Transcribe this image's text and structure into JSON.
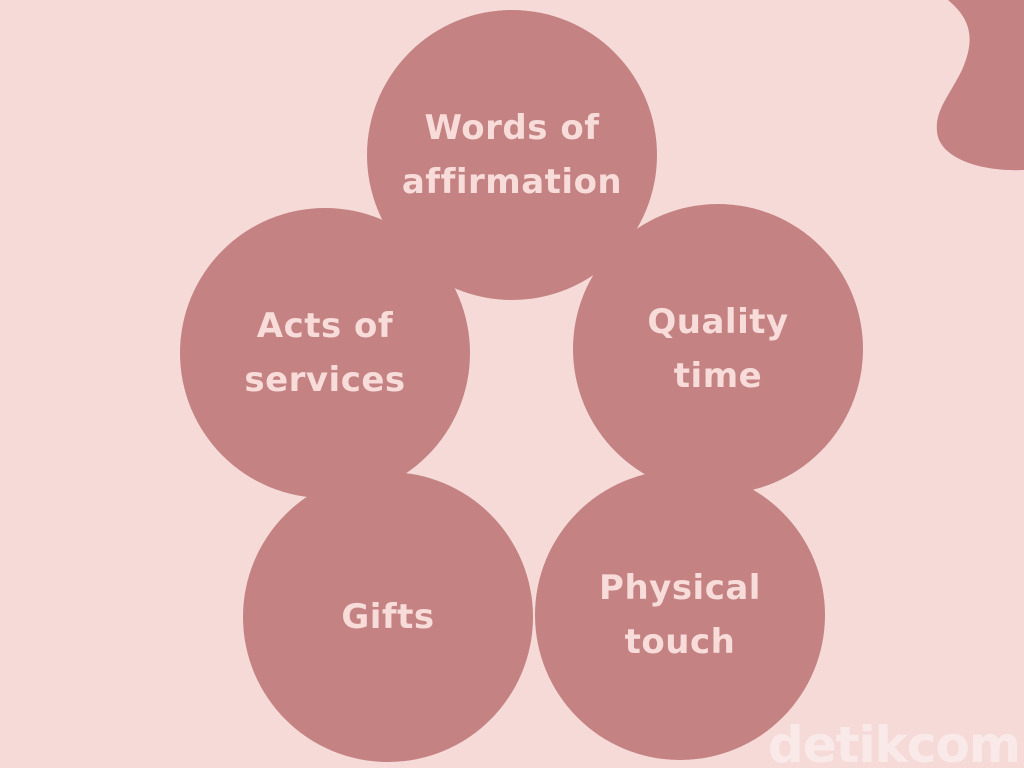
{
  "colors": {
    "background": "#f5dad8",
    "circle_fill": "#c48282",
    "label_text": "#f7dcda",
    "watermark": "#ffffff"
  },
  "diagram": {
    "circles": [
      {
        "id": "words-of-affirmation",
        "lines": [
          "Words of",
          "affirmation"
        ]
      },
      {
        "id": "acts-of-services",
        "lines": [
          "Acts of",
          "services"
        ]
      },
      {
        "id": "quality-time",
        "lines": [
          "Quality",
          "time"
        ]
      },
      {
        "id": "gifts",
        "lines": [
          "Gifts"
        ]
      },
      {
        "id": "physical-touch",
        "lines": [
          "Physical",
          "touch"
        ]
      }
    ]
  },
  "watermark": {
    "logo_text": "detikcom"
  }
}
